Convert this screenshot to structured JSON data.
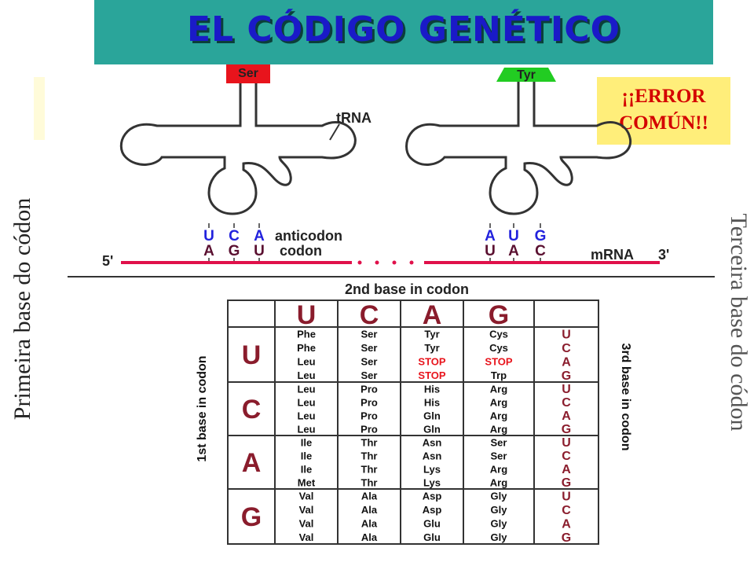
{
  "title": "EL CÓDIGO GENÉTICO",
  "error_note": "¡¡ERROR\nCOMÚN!!",
  "side_label_left": "Primeira base do códon",
  "side_label_right": "Terceira base do códon",
  "trna_left": {
    "amino_acid": "Ser",
    "amino_color": "#e8141c",
    "trna_label": "tRNA",
    "anticodon": [
      "U",
      "C",
      "A"
    ],
    "codon": [
      "A",
      "G",
      "U"
    ],
    "anticodon_label": "anticodon",
    "codon_label": "codon"
  },
  "trna_right": {
    "amino_acid": "Tyr",
    "amino_color": "#22cc22",
    "anticodon": [
      "A",
      "U",
      "G"
    ],
    "codon": [
      "U",
      "A",
      "C"
    ]
  },
  "mrna": {
    "five_prime": "5'",
    "label": "mRNA",
    "three_prime": "3'",
    "color": "#e0104a"
  },
  "table": {
    "second_base_title": "2nd base in codon",
    "first_base_title": "1st base in codon",
    "third_base_title": "3rd base in codon",
    "bases": [
      "U",
      "C",
      "A",
      "G"
    ],
    "rows": [
      [
        [
          "Phe",
          "Phe",
          "Leu",
          "Leu"
        ],
        [
          "Ser",
          "Ser",
          "Ser",
          "Ser"
        ],
        [
          "Tyr",
          "Tyr",
          "STOP",
          "STOP"
        ],
        [
          "Cys",
          "Cys",
          "STOP",
          "Trp"
        ]
      ],
      [
        [
          "Leu",
          "Leu",
          "Leu",
          "Leu"
        ],
        [
          "Pro",
          "Pro",
          "Pro",
          "Pro"
        ],
        [
          "His",
          "His",
          "Gln",
          "Gln"
        ],
        [
          "Arg",
          "Arg",
          "Arg",
          "Arg"
        ]
      ],
      [
        [
          "Ile",
          "Ile",
          "Ile",
          "Met"
        ],
        [
          "Thr",
          "Thr",
          "Thr",
          "Thr"
        ],
        [
          "Asn",
          "Asn",
          "Lys",
          "Lys"
        ],
        [
          "Ser",
          "Ser",
          "Arg",
          "Arg"
        ]
      ],
      [
        [
          "Val",
          "Val",
          "Val",
          "Val"
        ],
        [
          "Ala",
          "Ala",
          "Ala",
          "Ala"
        ],
        [
          "Asp",
          "Asp",
          "Glu",
          "Glu"
        ],
        [
          "Gly",
          "Gly",
          "Gly",
          "Gly"
        ]
      ]
    ],
    "base_color": "#8a1c2c",
    "stop_color": "#e8141c",
    "codon_color": "#111111"
  }
}
